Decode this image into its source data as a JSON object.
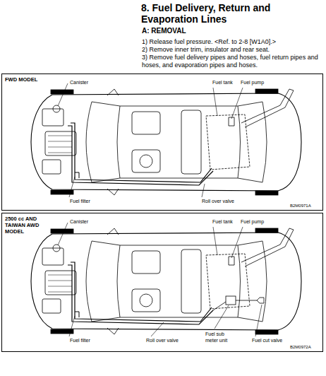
{
  "diagram": {
    "title": "8. Fuel Delivery, Return and Evaporation Lines",
    "nodes": [
      {
        "text": [
          "FWD MODEL"
        ]
      },
      {
        "text": [
          "2500 cc AND TAIWAN AWD MODEL"
        ]
      }
    ],
    "labels": [
      "A: REMOVAL",
      "1) Release fuel pressure. <Ref. to 2-8 [W1A0].>",
      "2) Remove inner trim, insulator and rear seat.",
      "3) Remove fuel delivery pipes and hoses, fuel return pipes and hoses, and evaporation pipes and hoses.",
      "Canister",
      "Fuel tank",
      "Fuel pump",
      "Fuel filter",
      "Roll over valve",
      "B2M0971A",
      "Canister",
      "Fuel tank",
      "Fuel pump",
      "Fuel filter",
      "Roll over valve",
      "Fuel sub meter unit",
      "Fuel cut valve",
      "B2M0972A"
    ]
  }
}
